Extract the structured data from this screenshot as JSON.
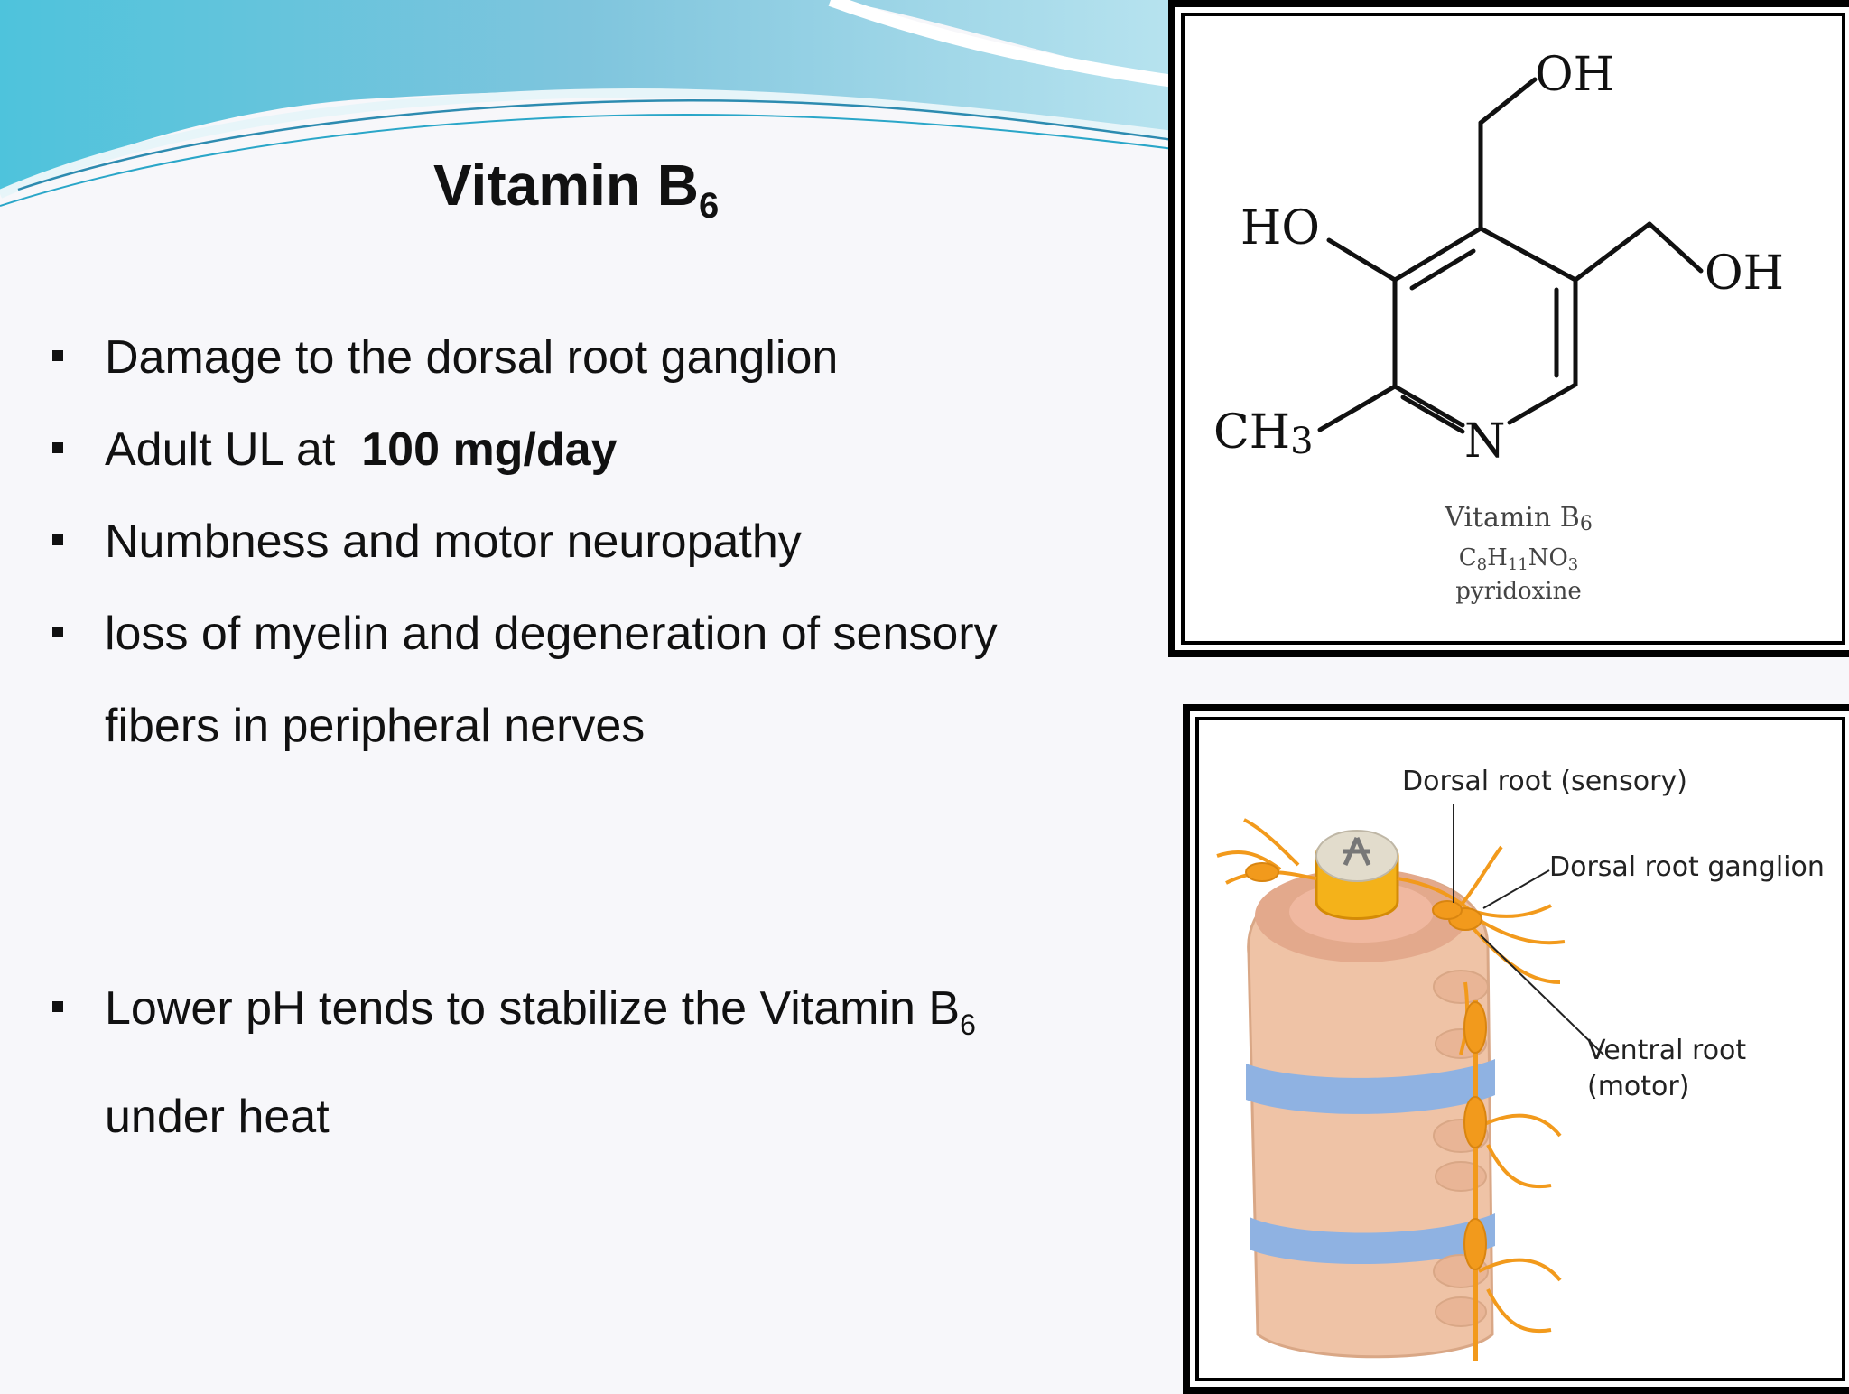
{
  "slide": {
    "title": "Vitamin B",
    "title_subscript": "6",
    "bullets": [
      {
        "text": "Damage to the dorsal root ganglion"
      },
      {
        "text_before": "Adult UL at  ",
        "text_bold": "100 mg/day"
      },
      {
        "text": "Numbness and motor neuropathy"
      },
      {
        "line1": "loss of myelin and degeneration of sensory",
        "line2": "fibers in peripheral nerves"
      },
      {
        "line1": "Lower pH tends to stabilize the Vitamin B",
        "line1_subscript": "6",
        "line2": "under heat"
      }
    ]
  },
  "molecule_figure": {
    "atoms": {
      "oh_top": "OH",
      "ho_left": "HO",
      "oh_right": "OH",
      "ch3": "CH",
      "ch3_sub": "3",
      "n": "N"
    },
    "caption_name": "Vitamin B",
    "caption_name_sub": "6",
    "formula": "C",
    "formula_parts": [
      "8",
      "H",
      "11",
      "NO",
      "3"
    ],
    "common_name": "pyridoxine"
  },
  "spine_figure": {
    "labels": {
      "dorsal_root": "Dorsal root (sensory)",
      "ganglion": "Dorsal root ganglion",
      "ventral_root_line1": "Ventral root",
      "ventral_root_line2": "(motor)"
    }
  },
  "colors": {
    "nerve": "#f29a1c",
    "bone": "#efc3a6",
    "disc": "#8fb2e2",
    "wave": "#5cc6de"
  }
}
